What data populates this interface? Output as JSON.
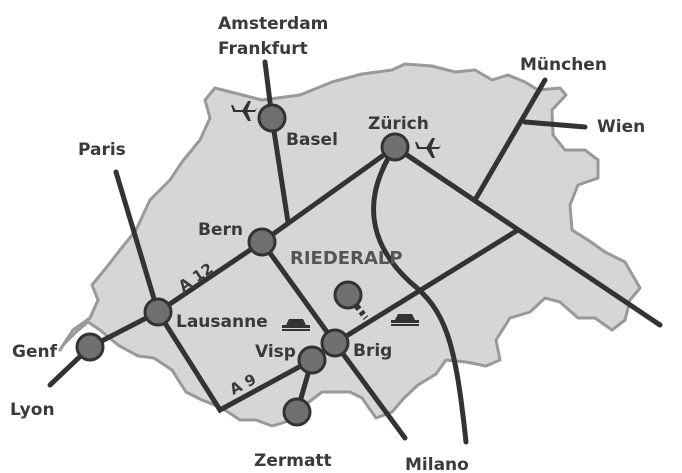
{
  "colors": {
    "border_fill": "#d6d6d6",
    "border_stroke": "#999999",
    "route": "#333333",
    "node": "#707070",
    "label": "#3a3a3a",
    "highlight": "#555555"
  },
  "map": {
    "destination": "RIEDERALP",
    "cities": {
      "basel": "Basel",
      "zurich": "Zürich",
      "bern": "Bern",
      "lausanne": "Lausanne",
      "genf": "Genf",
      "visp": "Visp",
      "brig": "Brig",
      "zermatt": "Zermatt"
    },
    "external": {
      "amsterdam": "Amsterdam",
      "frankfurt": "Frankfurt",
      "paris": "Paris",
      "munchen": "München",
      "wien": "Wien",
      "lyon": "Lyon",
      "milano": "Milano"
    },
    "roads": {
      "a12": "A 12",
      "a9": "A 9"
    },
    "icons": [
      "airplane-icon",
      "airplane-icon",
      "car-train-icon",
      "car-train-icon"
    ]
  }
}
